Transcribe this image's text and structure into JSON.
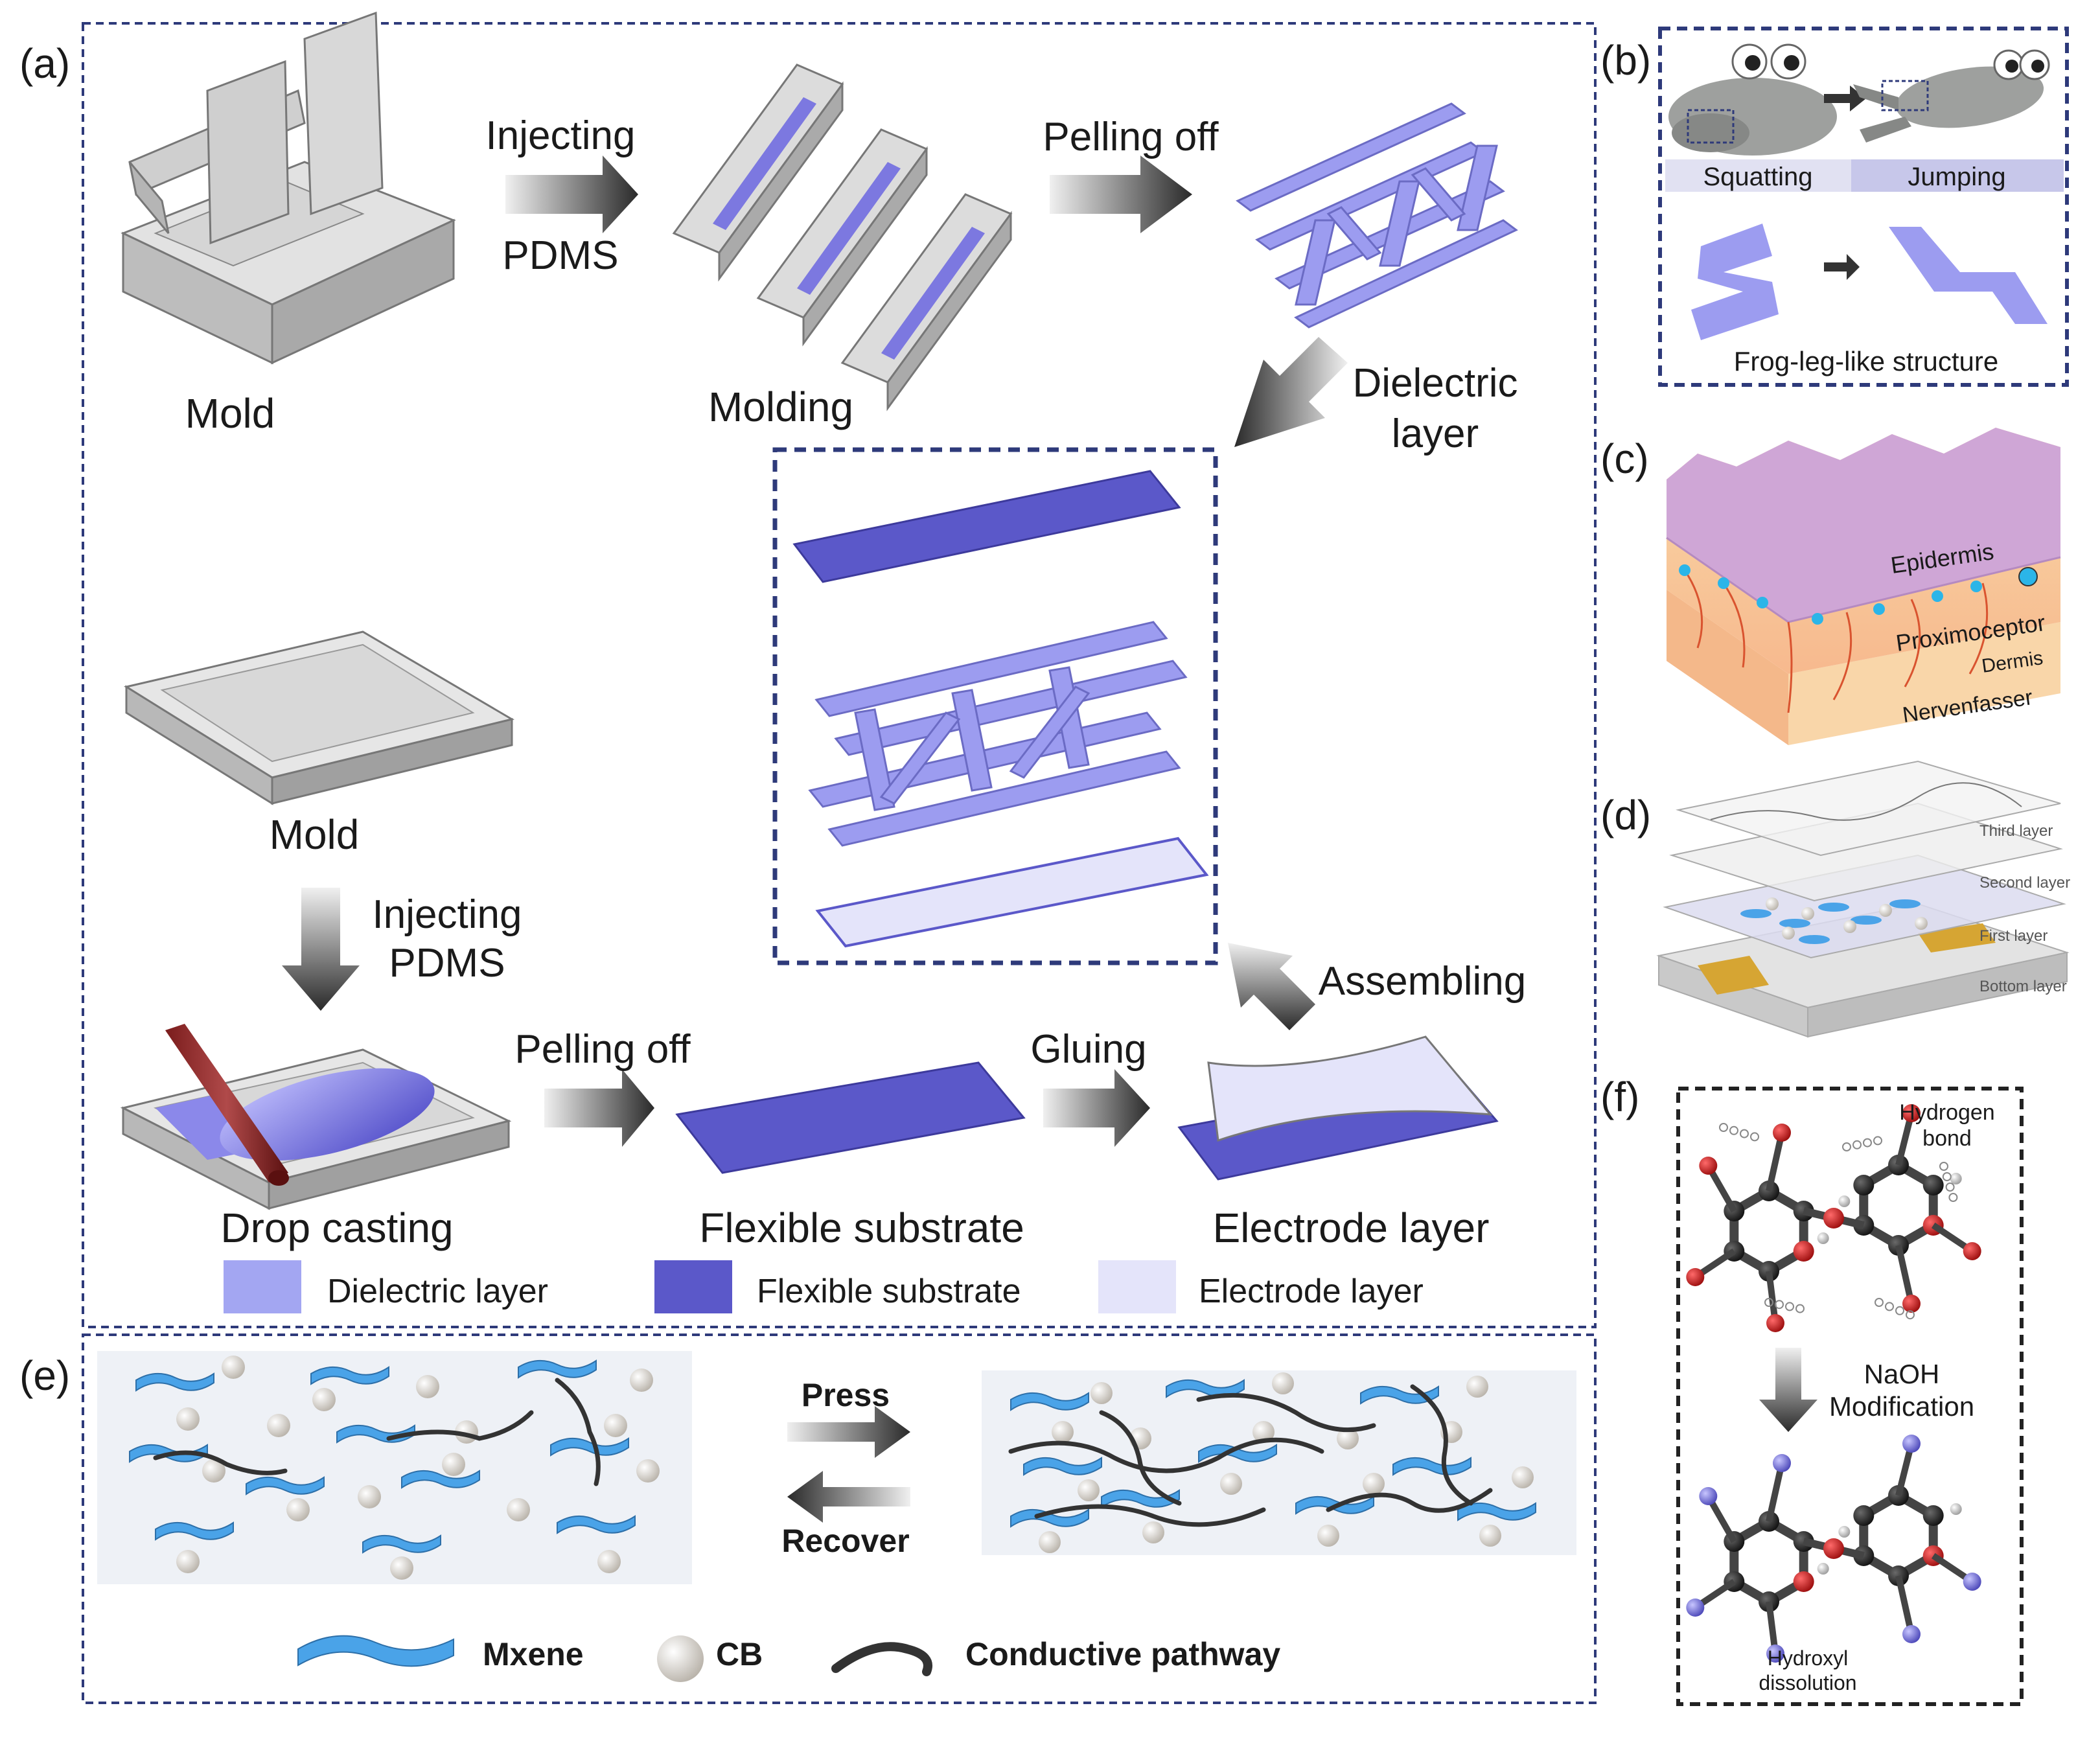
{
  "panels": {
    "a": "(a)",
    "b": "(b)",
    "c": "(c)",
    "d": "(d)",
    "e": "(e)",
    "f": "(f)"
  },
  "panel_a": {
    "mold_top": "Mold",
    "injecting_top": "Injecting",
    "pdms_top": "PDMS",
    "molding": "Molding",
    "pelling_off_top": "Pelling off",
    "dielectric": "Dielectric",
    "layer": "layer",
    "mold_bottom": "Mold",
    "injecting_bottom": "Injecting",
    "pdms_bottom": "PDMS",
    "drop_casting": "Drop casting",
    "pelling_off_bottom": "Pelling off",
    "flexible_substrate": "Flexible substrate",
    "gluing": "Gluing",
    "electrode_layer": "Electrode layer",
    "assembling": "Assembling",
    "legend": [
      {
        "label": "Dielectric layer",
        "color": "#a3a6f2"
      },
      {
        "label": "Flexible substrate",
        "color": "#5b58c9"
      },
      {
        "label": "Electrode layer",
        "color": "#e4e4fa"
      }
    ]
  },
  "panel_b": {
    "squatting": "Squatting",
    "jumping": "Jumping",
    "structure": "Frog-leg-like structure"
  },
  "panel_c": {
    "epidermis": "Epidermis",
    "proximoceptor": "Proximoceptor",
    "dermis": "Dermis",
    "nervenfasser": "Nervenfasser"
  },
  "panel_d": {
    "third": "Third layer",
    "second": "Second layer",
    "first": "First layer",
    "bottom": "Bottom layer"
  },
  "panel_e": {
    "press": "Press",
    "recover": "Recover",
    "mxene": "Mxene",
    "cb": "CB",
    "pathway": "Conductive pathway"
  },
  "panel_f": {
    "hydrogen": "Hydrogen",
    "bond": "bond",
    "naoh": "NaOH",
    "modification": "Modification",
    "hydroxyl": "Hydroxyl",
    "dissolution": "dissolution"
  },
  "colors": {
    "dielectric": "#a3a6f2",
    "substrate": "#5b58c9",
    "electrode": "#e4e4fa",
    "frame": "#2e3a7a",
    "mold": "#cfcfcf",
    "mxene": "#4aa3e8",
    "cb": "#dcd8d2"
  }
}
